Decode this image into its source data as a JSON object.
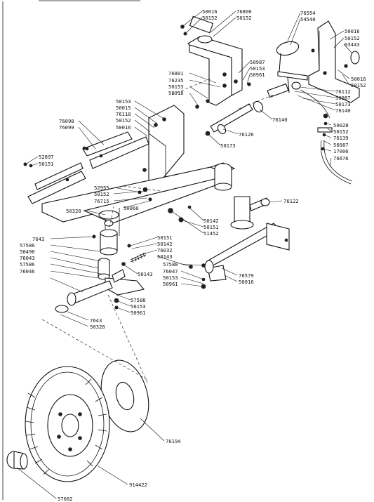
{
  "part_numbers": {
    "p50016a": "50016",
    "p50152a": "50152",
    "p76800": "76800",
    "p50152b": "50152",
    "p76554": "76554",
    "p54540": "54540",
    "p50016b": "50016",
    "p50152c": "50152",
    "p03443": "03443",
    "p50987a": "50987",
    "p50153a": "50153",
    "p50961a": "50961",
    "p76801": "76801",
    "p76235": "76235",
    "p50153b": "50153",
    "p50918": "50918",
    "p50016c": "50016",
    "p50152d": "50152",
    "p76112": "76112",
    "p50987b": "50987",
    "p50173a": "50173",
    "p76140a": "76140",
    "p50153c": "50153",
    "p50015": "50015",
    "p76110": "76110",
    "p50152e": "50152",
    "p50016d": "50016",
    "p76140b": "76140",
    "p76098": "76098",
    "p76099": "76099",
    "p76126": "76126",
    "p50173b": "50173",
    "p50028": "50028",
    "p50152f": "50152",
    "p76139": "76139",
    "p50987c": "50987",
    "p17006": "17006",
    "p76676": "76676",
    "p52897": "52897",
    "p50151a": "50151",
    "p52955": "52955",
    "p50152g": "50152",
    "p76715": "76715",
    "p50060": "50060",
    "p76122": "76122",
    "p50328a": "50328",
    "p50142a": "50142",
    "p50151b": "50151",
    "p51452": "51452",
    "p7643a": "7643",
    "p57586a": "57586",
    "p50496": "50496",
    "p76043": "76043",
    "p57586b": "57586",
    "p76046": "76046",
    "p50151c": "50151",
    "p50142b": "50142",
    "p76032": "76032",
    "p50143a": "50143",
    "p50143b": "50143",
    "p57588a": "57588",
    "p76047": "76047",
    "p50153d": "50153",
    "p50961b": "50961",
    "p76579": "76579",
    "p50016e": "50016",
    "p57588b": "57588",
    "p50153e": "50153",
    "p50961c": "50961",
    "p7643b": "7643",
    "p50328b": "50328",
    "p76194": "76194",
    "p914422": "914422",
    "p57682": "57682"
  }
}
